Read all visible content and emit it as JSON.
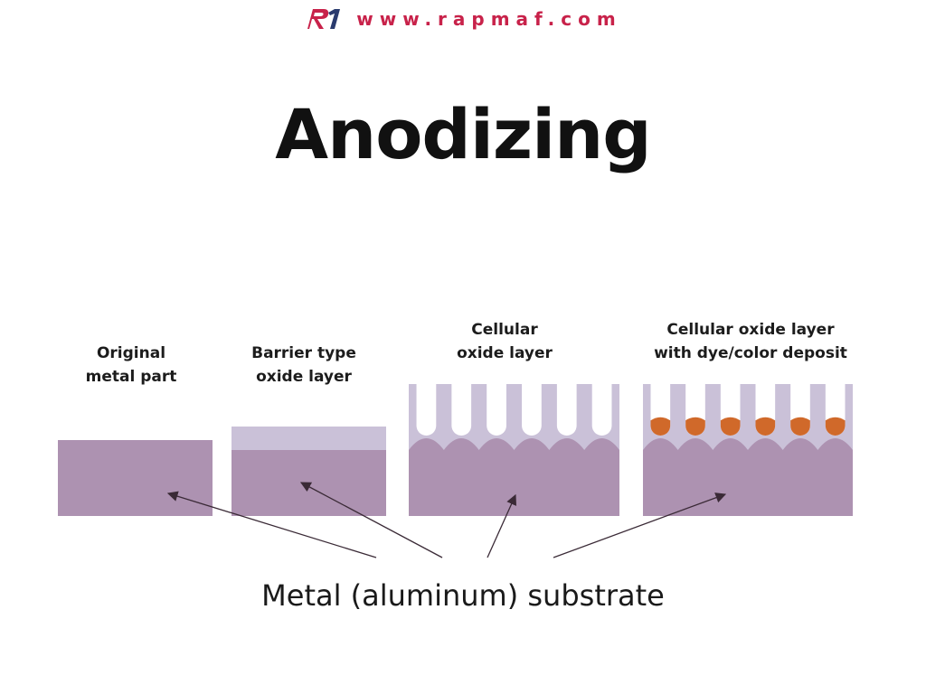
{
  "header": {
    "logo_text": "R1",
    "site_url": "www.rapmaf.com"
  },
  "title": "Anodizing",
  "stages": [
    {
      "id": "original",
      "lines": [
        "Original",
        "metal part"
      ]
    },
    {
      "id": "barrier",
      "lines": [
        "Barrier type",
        "oxide layer"
      ]
    },
    {
      "id": "cellular",
      "lines": [
        "Cellular",
        "oxide layer"
      ]
    },
    {
      "id": "dyed",
      "lines": [
        "Cellular oxide layer",
        "with dye/color deposit"
      ]
    }
  ],
  "substrate_label": "Metal (aluminum) substrate",
  "colors": {
    "metal": "#ad92b1",
    "oxide": "#cac1d8",
    "pore": "#ffffff",
    "dye": "#d0692a",
    "arrow": "#3a2a36",
    "brand": "#c8224a",
    "brand_dark": "#2a3b6e"
  }
}
